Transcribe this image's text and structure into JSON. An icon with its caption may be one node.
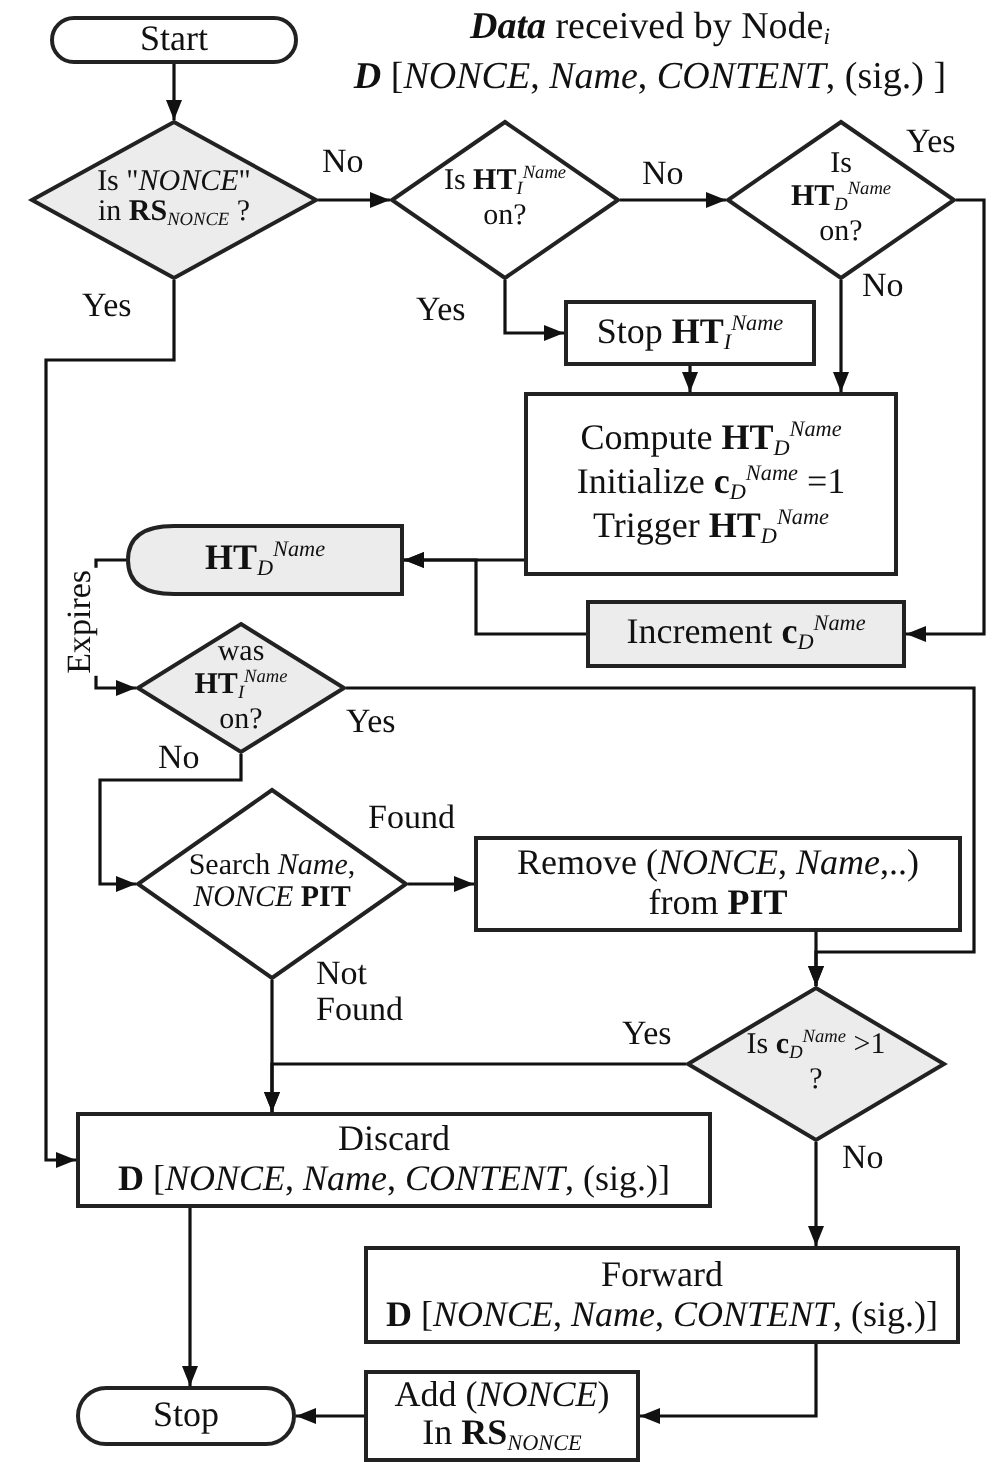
{
  "diagram": {
    "title": "**Data** received by Node$_{i}$",
    "nodes": [
      {
        "text": [
          "Start"
        ]
      },
      {
        "text": [
          "Is \"*NONCE*\" in **RS**$_{NONCE}$ ?"
        ]
      },
      {
        "text": [
          "Is **HT**$_{I}$$^{Name}$ on?"
        ]
      },
      {
        "text": [
          "Is **HT**$_{D}$$^{Name}$ on?"
        ]
      },
      {
        "text": [
          "Stop **HT**$_{I}$$^{Name}$"
        ]
      },
      {
        "text": [
          "Compute **HT**$_{D}$$^{Name}$",
          "Initialize **c**$_{D}$$^{Name}$ =1",
          "Trigger **HT**$_{D}$$^{Name}$"
        ]
      },
      {
        "text": [
          "**HT**$_{D}$$^{Name}$"
        ]
      },
      {
        "text": [
          "Increment **c**$_{D}$$^{Name}$"
        ]
      },
      {
        "text": [
          "was **HT**$_{I}$$^{Name}$ on?"
        ]
      },
      {
        "text": [
          "Search *Name*, *NONCE* **PIT**"
        ]
      },
      {
        "text": [
          "Remove (*NONCE*, *Name*,..) from **PIT**"
        ]
      },
      {
        "text": [
          "Is **c**$_{D}$$^{Name}$ >1 ?"
        ]
      },
      {
        "text": [
          "Discard",
          "**D** [*NONCE*, *Name*, *CONTENT*, (sig.)]"
        ]
      },
      {
        "text": [
          "Forward",
          "**D** [*NONCE*, *Name*, *CONTENT*, (sig.)]"
        ]
      },
      {
        "text": [
          "Stop"
        ]
      },
      {
        "text": [
          "Add (*NONCE*) In **RS**$_{NONCE}$"
        ]
      }
    ],
    "edges": [
      {
        "from": 0,
        "to": 1,
        "arrow": "to"
      },
      {
        "from": 1,
        "to": 2,
        "arrow": "to",
        "label": "No"
      },
      {
        "from": 1,
        "to": 12,
        "arrow": "to",
        "label": "Yes"
      },
      {
        "from": 2,
        "to": 3,
        "arrow": "to",
        "label": "No"
      },
      {
        "from": 2,
        "to": 4,
        "arrow": "to",
        "label": "Yes"
      },
      {
        "from": 3,
        "to": 7,
        "arrow": "to",
        "label": "Yes"
      },
      {
        "from": 3,
        "to": 5,
        "arrow": "to",
        "label": "No"
      },
      {
        "from": 4,
        "to": 5,
        "arrow": "to"
      },
      {
        "from": 5,
        "to": 6,
        "arrow": "to"
      },
      {
        "from": 7,
        "to": 6,
        "arrow": "to"
      },
      {
        "from": 6,
        "to": 8,
        "arrow": "to",
        "label": "Expires"
      },
      {
        "from": 8,
        "to": 11,
        "arrow": "to",
        "label": "Yes"
      },
      {
        "from": 8,
        "to": 9,
        "arrow": "to",
        "label": "No"
      },
      {
        "from": 9,
        "to": 10,
        "arrow": "to",
        "label": "Found"
      },
      {
        "from": 9,
        "to": 12,
        "arrow": "to",
        "label": "Not Found"
      },
      {
        "from": 10,
        "to": 11,
        "arrow": "to"
      },
      {
        "from": 11,
        "to": 12,
        "arrow": "to",
        "label": "Yes"
      },
      {
        "from": 11,
        "to": 13,
        "arrow": "to",
        "label": "No"
      },
      {
        "from": 13,
        "to": 15,
        "arrow": "to"
      },
      {
        "from": 15,
        "to": 14,
        "arrow": "to"
      },
      {
        "from": 12,
        "to": 14,
        "arrow": "to"
      }
    ],
    "labels": [
      "**D** [*NONCE*, *Name*, *CONTENT*, (sig.) ]"
    ]
  }
}
